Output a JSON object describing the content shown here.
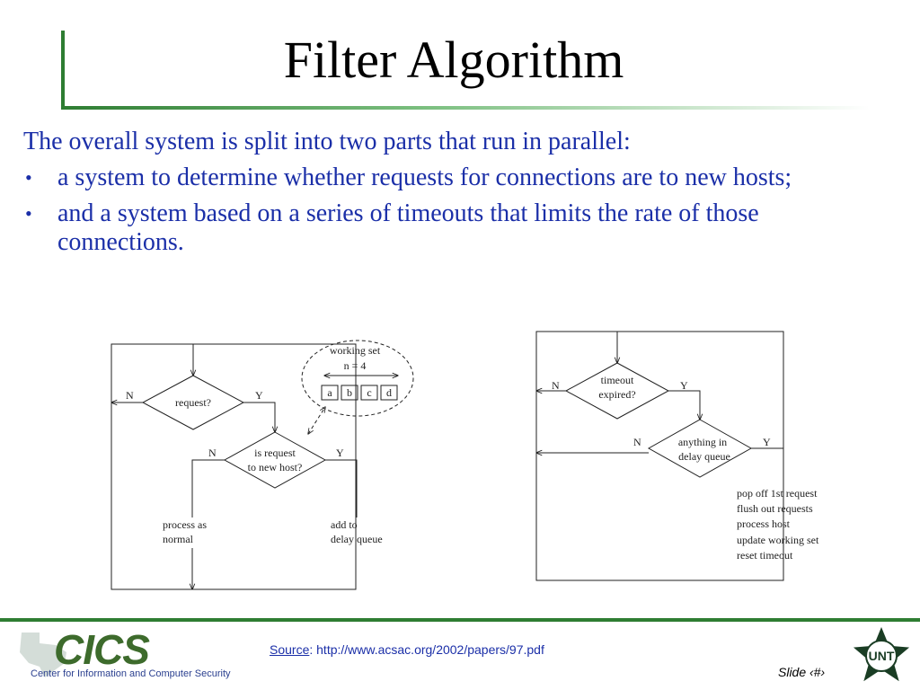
{
  "slide": {
    "title": "Filter Algorithm",
    "intro": "The overall system is split into two parts that run in parallel:",
    "bullets": [
      "a system to determine whether requests for connections are to new hosts;",
      "and a system based on a series of timeouts that limits the rate of those connections."
    ],
    "bullet_glyph": "•"
  },
  "diagram_left": {
    "decision1": "request?",
    "decision2_line1": "is request",
    "decision2_line2": "to new host?",
    "n1": "N",
    "y1": "Y",
    "n2": "N",
    "y2": "Y",
    "process_line1": "process as",
    "process_line2": "normal",
    "add_line1": "add to",
    "add_line2": "delay queue",
    "working_set_label": "working set",
    "working_set_n": "n = 4",
    "set_items": [
      "a",
      "b",
      "c",
      "d"
    ]
  },
  "diagram_right": {
    "decision1_line1": "timeout",
    "decision1_line2": "expired?",
    "decision2_line1": "anything in",
    "decision2_line2": "delay queue",
    "n1": "N",
    "y1": "Y",
    "n2": "N",
    "y2": "Y",
    "actions": [
      "pop off 1st request",
      "flush out requests",
      "process host",
      "update working set",
      "reset timeout"
    ]
  },
  "footer": {
    "logo_text": "CICS",
    "logo_subtitle": "Center for Information and Computer Security",
    "source_link": "Source",
    "source_url": ": http://www.acsac.org/2002/papers/97.pdf",
    "slide_number": "Slide ‹#›",
    "unt_logo_text": "UNT"
  },
  "colors": {
    "accent_green": "#2e7d32",
    "body_blue": "#1b2fa8",
    "logo_green": "#3d6b2c"
  }
}
